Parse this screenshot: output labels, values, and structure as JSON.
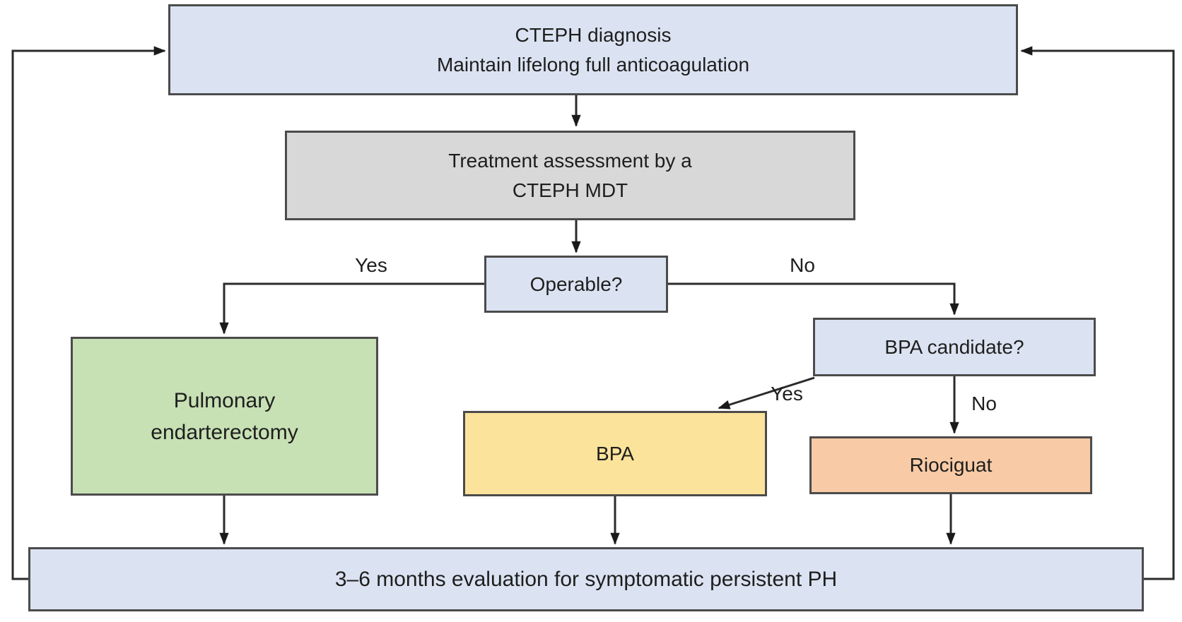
{
  "diagram": {
    "kind": "flowchart",
    "topic": "CTEPH treatment algorithm"
  },
  "nodes": {
    "diagnosis": {
      "text": "CTEPH diagnosis\nMaintain lifelong full anticoagulation",
      "fill": "#dbe3f2"
    },
    "assessment": {
      "text": "Treatment assessment by a\nCTEPH MDT",
      "fill": "#d8d8d8"
    },
    "operable": {
      "text": "Operable?",
      "fill": "#dbe3f2"
    },
    "pea": {
      "text": "Pulmonary\nendarterectomy",
      "fill": "#c7e0b4"
    },
    "bpa_candidate": {
      "text": "BPA candidate?",
      "fill": "#dbe3f2"
    },
    "bpa": {
      "text": "BPA",
      "fill": "#fbe39b"
    },
    "riociguat": {
      "text": "Riociguat",
      "fill": "#f8cba6"
    },
    "evaluation": {
      "text": "3–6 months evaluation for symptomatic persistent PH",
      "fill": "#dbe3f2"
    }
  },
  "edge_labels": {
    "operable_yes": "Yes",
    "operable_no": "No",
    "bpa_yes": "Yes",
    "bpa_no": "No"
  },
  "colors": {
    "box_blue": "#dbe3f2",
    "box_gray": "#d8d8d8",
    "box_green": "#c7e0b4",
    "box_yellow": "#fbe39b",
    "box_orange": "#f8cba6",
    "border": "#4b4b4b",
    "line": "#2b2b2b",
    "arrowhead": "#1a1a1a",
    "text": "#1e1e1e",
    "background": "#ffffff"
  }
}
